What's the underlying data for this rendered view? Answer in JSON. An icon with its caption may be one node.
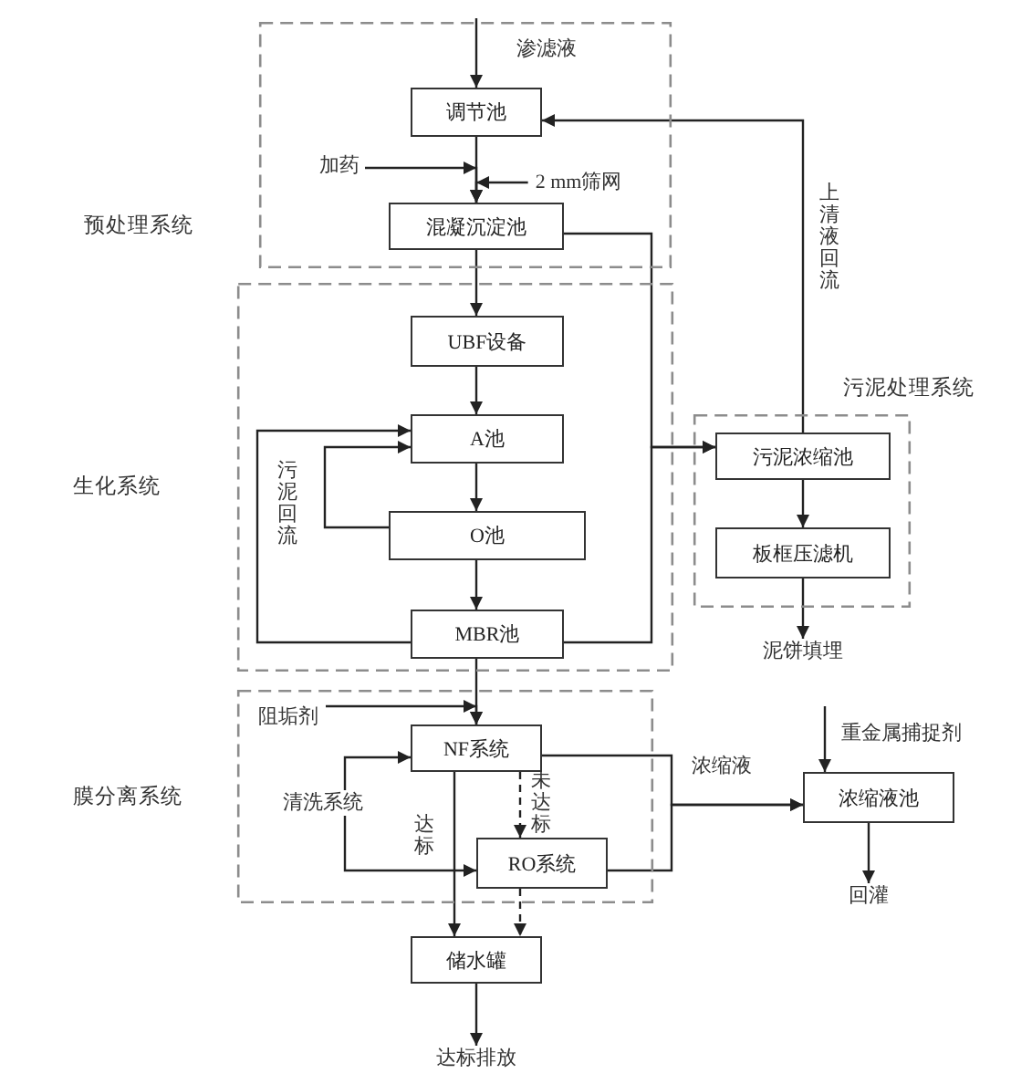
{
  "diagram": {
    "nodes": [
      {
        "text": [
          "预处理系统"
        ]
      },
      {
        "text": [
          "调节池"
        ],
        "in": 0
      },
      {
        "text": [
          "加药"
        ],
        "in": 0
      },
      {
        "text": [
          "2 mm筛网"
        ],
        "in": 0
      },
      {
        "text": [
          "混凝沉淀池"
        ],
        "in": 0
      },
      {
        "text": [
          "生化系统"
        ]
      },
      {
        "text": [
          "UBF设备"
        ],
        "in": 5
      },
      {
        "text": [
          "A池"
        ],
        "in": 5
      },
      {
        "text": [
          "O池"
        ],
        "in": 5
      },
      {
        "text": [
          "MBR池"
        ],
        "in": 5
      },
      {
        "text": [
          "污泥处理系统"
        ]
      },
      {
        "text": [
          "污泥浓缩池"
        ],
        "in": 10
      },
      {
        "text": [
          "板框压滤机"
        ],
        "in": 10
      },
      {
        "text": [
          "泥饼填埋"
        ]
      },
      {
        "text": [
          "膜分离系统"
        ]
      },
      {
        "text": [
          "阻垢剂"
        ],
        "in": 14
      },
      {
        "text": [
          "NF系统"
        ],
        "in": 14
      },
      {
        "text": [
          "清洗系统"
        ],
        "in": 14
      },
      {
        "text": [
          "RO系统"
        ],
        "in": 14
      },
      {
        "text": [
          "浓缩液池"
        ]
      },
      {
        "text": [
          "回灌"
        ]
      },
      {
        "text": [
          "储水罐"
        ]
      },
      {
        "text": [
          "达标排放"
        ]
      }
    ],
    "edges": [
      {
        "from": null,
        "to": 1,
        "arrow": "to",
        "label": "渗滤液"
      },
      {
        "from": 1,
        "to": 4,
        "arrow": "to"
      },
      {
        "from": 2,
        "to": 4,
        "arrow": "to"
      },
      {
        "from": 3,
        "to": 4,
        "arrow": "to"
      },
      {
        "from": 4,
        "to": 6,
        "arrow": "to"
      },
      {
        "from": 4,
        "to": 11,
        "arrow": "to"
      },
      {
        "from": 6,
        "to": 7,
        "arrow": "to"
      },
      {
        "from": 7,
        "to": 8,
        "arrow": "to"
      },
      {
        "from": 8,
        "to": 9,
        "arrow": "to"
      },
      {
        "from": 8,
        "to": 7,
        "arrow": "to"
      },
      {
        "from": 9,
        "to": 7,
        "arrow": "to",
        "label": "污泥回流"
      },
      {
        "from": 9,
        "to": 11,
        "arrow": "to"
      },
      {
        "from": 9,
        "to": 16,
        "arrow": "to"
      },
      {
        "from": 15,
        "to": 16,
        "arrow": "to"
      },
      {
        "from": 11,
        "to": 12,
        "arrow": "to"
      },
      {
        "from": 12,
        "to": 13,
        "arrow": "to"
      },
      {
        "from": 11,
        "to": 1,
        "arrow": "to",
        "label": "上清液回流"
      },
      {
        "from": 17,
        "to": 16,
        "arrow": "to"
      },
      {
        "from": 17,
        "to": 18,
        "arrow": "to"
      },
      {
        "from": 16,
        "to": 21,
        "arrow": "to",
        "label": "达标"
      },
      {
        "from": 16,
        "to": 18,
        "arrow": "to",
        "label": "未达标",
        "style": "dashed"
      },
      {
        "from": 18,
        "to": 21,
        "arrow": "to",
        "style": "dashed"
      },
      {
        "from": 16,
        "to": 19,
        "arrow": "to",
        "label": "浓缩液"
      },
      {
        "from": 18,
        "to": 19,
        "arrow": "to"
      },
      {
        "from": null,
        "to": 19,
        "arrow": "to",
        "label": "重金属捕捉剂"
      },
      {
        "from": 19,
        "to": 20,
        "arrow": "to"
      },
      {
        "from": 21,
        "to": 22,
        "arrow": "to"
      }
    ]
  }
}
